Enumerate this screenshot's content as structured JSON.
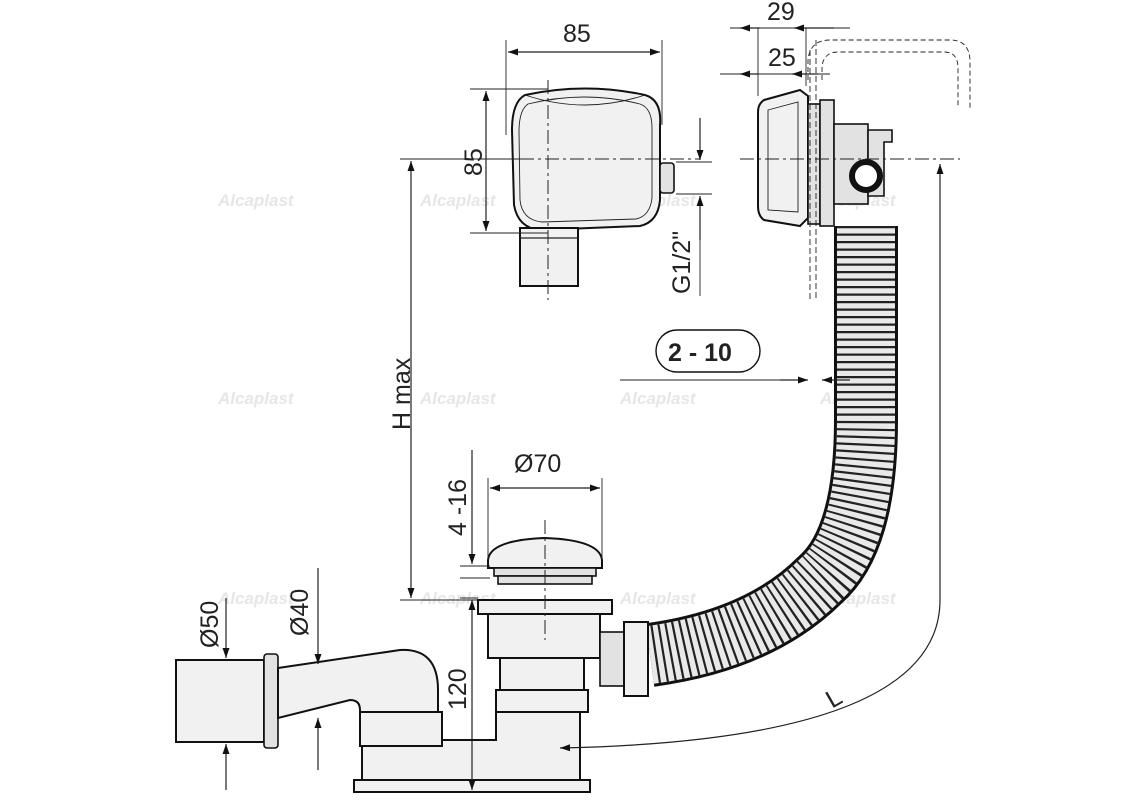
{
  "watermark": "Alcaplast",
  "dimensions": {
    "elbow_width": "85",
    "elbow_height": "85",
    "thread": "G1/2\"",
    "overflow_outer": "29",
    "overflow_inner": "25",
    "wall_thickness": "2 - 10",
    "h_max": "H max",
    "plug_dia": "Ø70",
    "plug_height": "4 -16",
    "trap_height": "120",
    "outlet_dia_50": "Ø50",
    "outlet_dia_40": "Ø40",
    "length": "L"
  }
}
